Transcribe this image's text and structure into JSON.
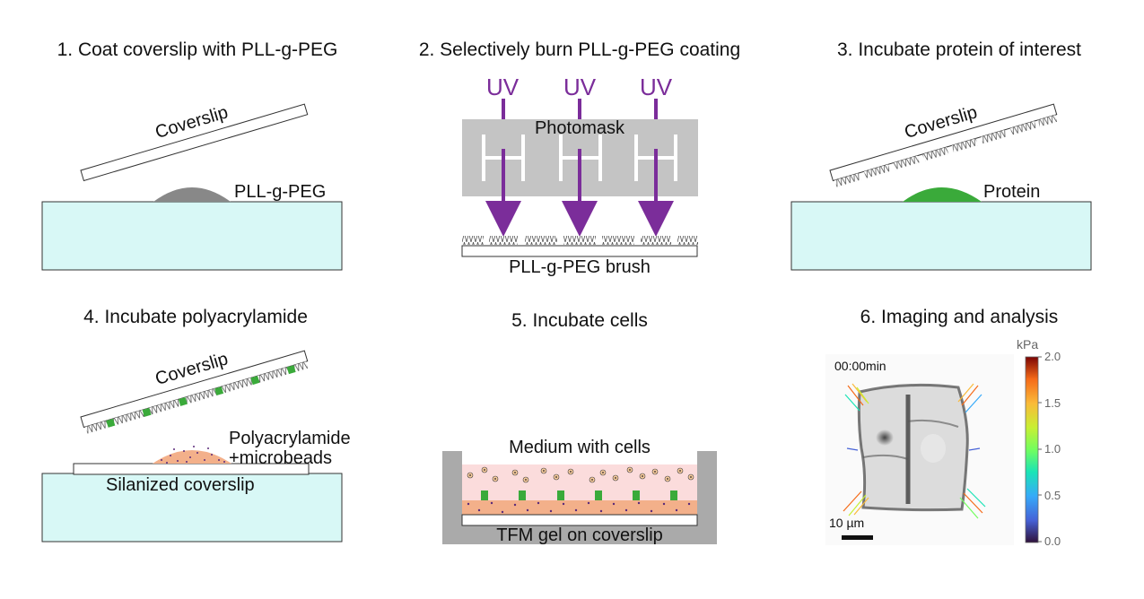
{
  "steps": [
    {
      "title": "1. Coat coverslip with PLL-g-PEG",
      "labels": {
        "coverslip": "Coverslip",
        "drop": "PLL-g-PEG"
      }
    },
    {
      "title": "2. Selectively burn PLL-g-PEG coating",
      "labels": {
        "uv": "UV",
        "mask": "Photomask",
        "brush": "PLL-g-PEG brush"
      }
    },
    {
      "title": "3. Incubate protein of interest",
      "labels": {
        "coverslip": "Coverslip",
        "drop": "Protein"
      }
    },
    {
      "title": "4. Incubate polyacrylamide",
      "labels": {
        "coverslip": "Coverslip",
        "drop_line1": "Polyacrylamide",
        "drop_line2": "+microbeads",
        "base": "Silanized coverslip"
      }
    },
    {
      "title": "5. Incubate cells",
      "labels": {
        "medium": "Medium with cells",
        "base": "TFM gel on coverslip"
      }
    },
    {
      "title": "6. Imaging and analysis",
      "labels": {
        "time": "00:00min",
        "scale_bar": "10 µm",
        "colorbar_unit": "kPa"
      }
    }
  ],
  "colorbar": {
    "ticks": [
      "2.0",
      "1.5",
      "1.0",
      "0.5",
      "0.0"
    ]
  },
  "colors": {
    "glass": "#d8f8f6",
    "pll_peg": "#888888",
    "protein": "#3aaa3a",
    "polyacrylamide": "#f3b08a",
    "uv": "#7b2d9a",
    "mask": "#c4c4c4",
    "medium": "#fbdcdc",
    "well": "#aaaaaa"
  }
}
